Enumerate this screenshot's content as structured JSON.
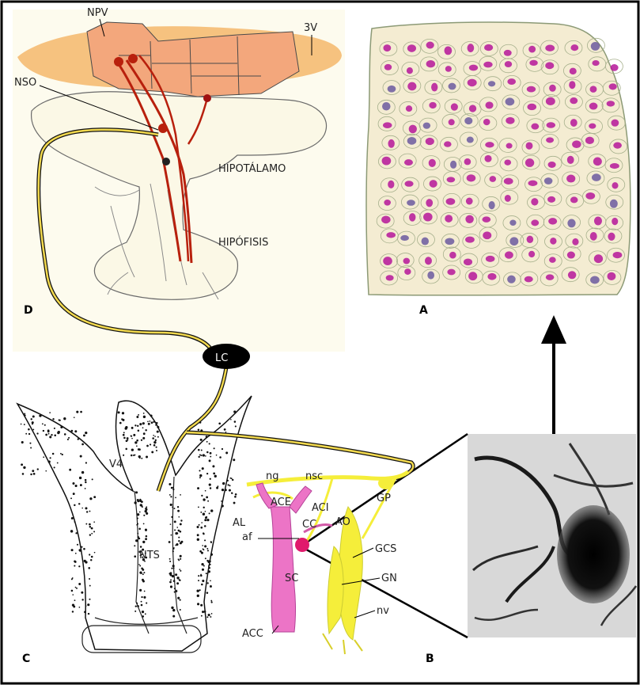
{
  "panels": {
    "A": "A",
    "B": "B",
    "C": "C",
    "D": "D"
  },
  "hypothalamus_labels": {
    "npv": "NPV",
    "v3": "3V",
    "nso": "NSO",
    "hipotalamo": "HIPOTÁLAMO",
    "hipofisis": "HIPÓFISIS"
  },
  "brainstem_labels": {
    "lc": "LC",
    "v4": "V4",
    "nts": "NTS"
  },
  "carotid_labels": {
    "ng": "ng",
    "nsc": "nsc",
    "gp": "GP",
    "ace": "ACE",
    "aci": "ACI",
    "al": "AL",
    "cc": "CC",
    "ao": "AO",
    "af": "af",
    "gcs": "GCS",
    "sc": "SC",
    "gn": "GN",
    "nv": "nv",
    "acc": "ACC"
  },
  "colors": {
    "nerve_yellow": "#f2d94e",
    "nucleus_orange": "#f3a77c",
    "band_orange": "#f6c27f",
    "tract_red": "#b8200d",
    "artery_pink": "#ec74c6",
    "ganglion_yellow": "#f5ee3a",
    "histology_bg": "#f4ecd2",
    "cell_magenta": "#b5169a"
  },
  "icons": {
    "arrow": "up-arrow-icon"
  }
}
